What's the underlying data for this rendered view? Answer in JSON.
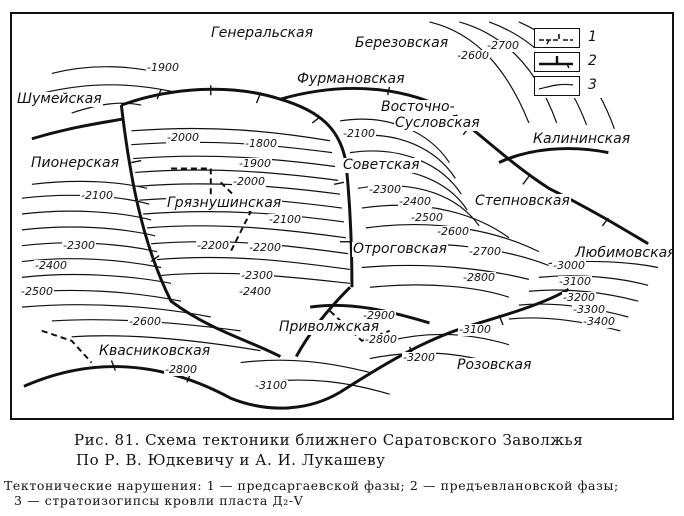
{
  "map": {
    "structures": [
      "Генеральская",
      "Березовская",
      "Шумейская",
      "Фурмановская",
      "Восточно-",
      "Сусловская",
      "Калининская",
      "Пионерская",
      "Советская",
      "Грязнушинская",
      "Степновская",
      "Отроговская",
      "Любимовская",
      "Приволжская",
      "Квасниковская",
      "Розовская"
    ],
    "isolines": [
      "1900",
      "2600",
      "2700",
      "2000",
      "1800",
      "2100",
      "1900",
      "2000",
      "2100",
      "2300",
      "2400",
      "2500",
      "2600",
      "2100",
      "2200",
      "2300",
      "2200",
      "2700",
      "2400",
      "2300",
      "2400",
      "2800",
      "2500",
      "3000",
      "3100",
      "3200",
      "3300",
      "3400",
      "2600",
      "2900",
      "2800",
      "3100",
      "3200",
      "2800",
      "3100"
    ],
    "legend": [
      "1",
      "2",
      "3"
    ]
  },
  "caption": {
    "title_line1": "Рис. 81. Схема тектоники ближнего Саратовского Заволжья",
    "title_line2": "По Р. В. Юдкевичу и А. И. Лукашеву",
    "note_line1": "Тектонические нарушения: 1 — предсаргаевской фазы; 2 — предъевлановской фазы;",
    "note_line2": "3 — стратоизогипсы кровли пласта Д₂-V"
  }
}
